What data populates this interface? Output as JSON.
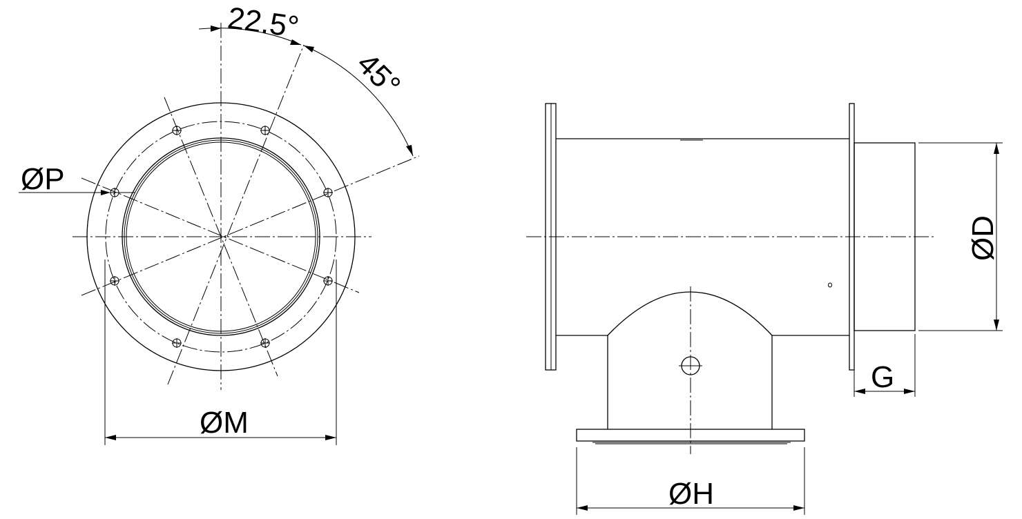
{
  "labels": {
    "angle_small": "22.5°",
    "angle_large": "45°",
    "bolt_hole_dia": "ØP",
    "flange_outer_dia": "ØM",
    "duct_dia": "ØD",
    "spigot_length": "G",
    "branch_flange_dia": "ØH"
  }
}
